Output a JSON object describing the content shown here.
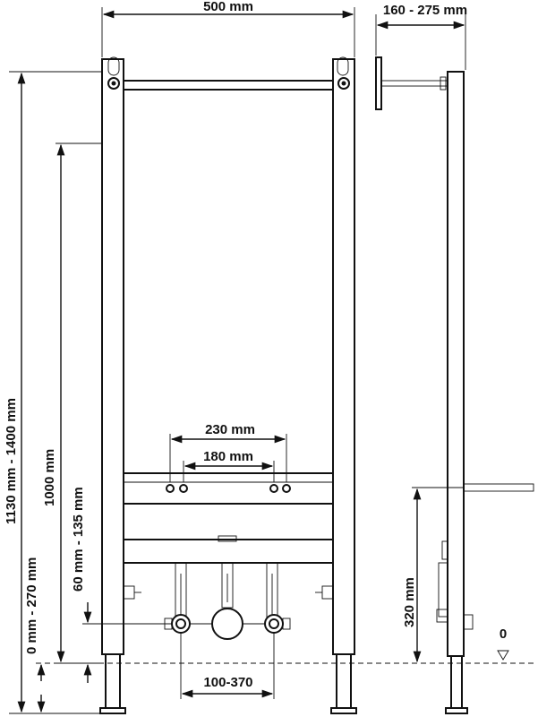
{
  "dimensions": {
    "frame_width": "500 mm",
    "depth_range": "160 - 275 mm",
    "total_height_range": "1130 mm - 1400 mm",
    "inner_height": "1000 mm",
    "crossbar_height_range": "60 mm - 135 mm",
    "foot_range": "0 mm - 270 mm",
    "outer_fixing_spacing": "230 mm",
    "inner_fixing_spacing": "180 mm",
    "supply_spacing": "100-370",
    "side_height": "320 mm",
    "floor_zero": "0"
  }
}
